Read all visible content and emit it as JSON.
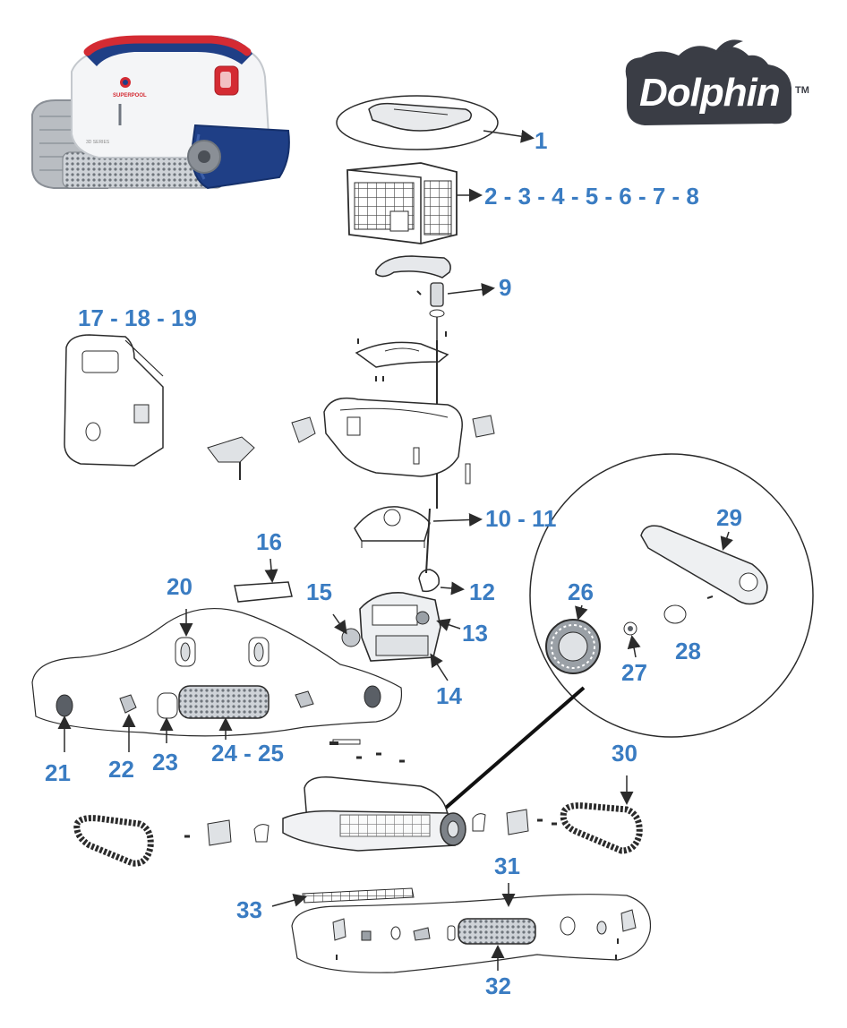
{
  "brand": {
    "logo_text": "Dolphin",
    "trademark": "TM",
    "logo_color": "#3a3d45",
    "product_badge": "SUPERPOOL",
    "product_series": "3D SERIES"
  },
  "colors": {
    "label": "#3a7cc2",
    "line": "#2b2b2b",
    "robot_blue": "#1f3f86",
    "robot_red": "#d42b33",
    "robot_grey": "#8a8f96"
  },
  "callouts": [
    {
      "id": "c1",
      "text": "1"
    },
    {
      "id": "c2",
      "text": "2 - 3 - 4 - 5 - 6 - 7 - 8"
    },
    {
      "id": "c9",
      "text": "9"
    },
    {
      "id": "c17",
      "text": "17 - 18 - 19"
    },
    {
      "id": "c10",
      "text": "10 - 11"
    },
    {
      "id": "c29",
      "text": "29"
    },
    {
      "id": "c16",
      "text": "16"
    },
    {
      "id": "c20",
      "text": "20"
    },
    {
      "id": "c15",
      "text": "15"
    },
    {
      "id": "c26",
      "text": "26"
    },
    {
      "id": "c12",
      "text": "12"
    },
    {
      "id": "c13",
      "text": "13"
    },
    {
      "id": "c27",
      "text": "27"
    },
    {
      "id": "c28",
      "text": "28"
    },
    {
      "id": "c14",
      "text": "14"
    },
    {
      "id": "c24",
      "text": "24 - 25"
    },
    {
      "id": "c30",
      "text": "30"
    },
    {
      "id": "c21",
      "text": "21"
    },
    {
      "id": "c22",
      "text": "22"
    },
    {
      "id": "c23",
      "text": "23"
    },
    {
      "id": "c31",
      "text": "31"
    },
    {
      "id": "c33",
      "text": "33"
    },
    {
      "id": "c32",
      "text": "32"
    }
  ]
}
